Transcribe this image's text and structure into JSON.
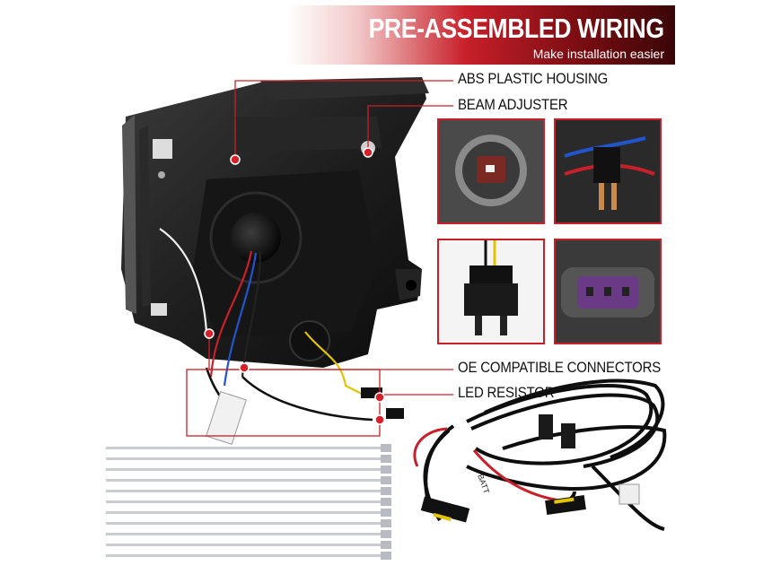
{
  "banner": {
    "title": "PRE-ASSEMBLED WIRING",
    "subtitle": "Make installation easier"
  },
  "callouts": {
    "housing": "ABS PLASTIC HOUSING",
    "adjuster": "BEAM ADJUSTER",
    "connectors": "OE COMPATIBLE CONNECTORS",
    "resistor": "LED RESISTOR"
  },
  "harness": {
    "tag": "BATT"
  },
  "colors": {
    "accent": "#c8202a",
    "housing": "#1a1a1a"
  }
}
